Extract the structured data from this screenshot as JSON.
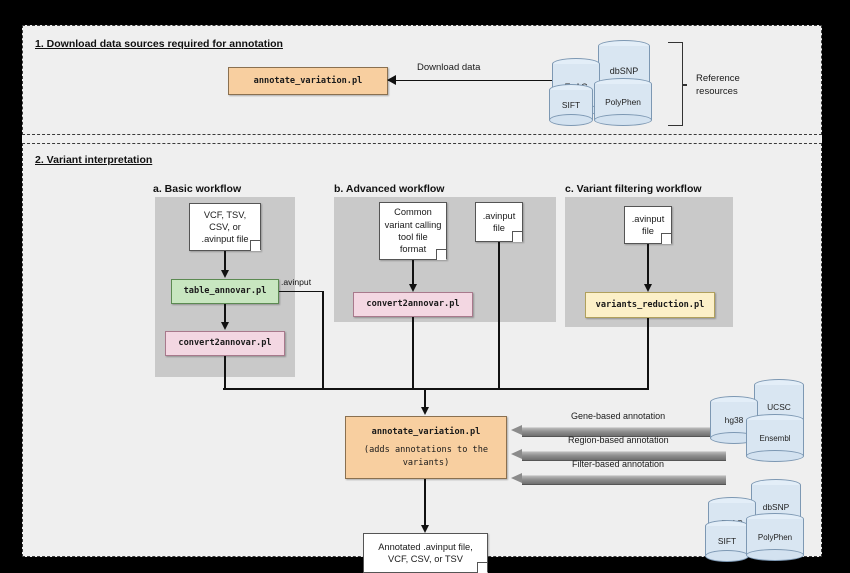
{
  "figure": {
    "sections": [
      {
        "id": "s1",
        "title": "1. Download data sources required for annotation"
      },
      {
        "id": "s2",
        "title": "2. Variant interpretation"
      }
    ]
  },
  "section1": {
    "program": "annotate_variation.pl",
    "arrow_label": "Download data",
    "bracket_label_line1": "Reference",
    "bracket_label_line2": "resources",
    "databases": [
      {
        "name": "ExAC"
      },
      {
        "name": "dbSNP"
      },
      {
        "name": "SIFT"
      },
      {
        "name": "PolyPhen"
      }
    ]
  },
  "panels": [
    {
      "id": "a",
      "title": "a. Basic workflow",
      "input_note": "VCF, TSV,\nCSV, or\n.avinput file",
      "steps": [
        {
          "name": "table_annovar.pl",
          "color": "#c8e6c0"
        },
        {
          "name": "convert2annovar.pl",
          "color": "#f3d7e2"
        }
      ],
      "edge_label": ".avinput"
    },
    {
      "id": "b",
      "title": "b. Advanced workflow",
      "input_note": "Common\nvariant calling\ntool file\nformat",
      "side_note": ".avinput\nfile",
      "steps": [
        {
          "name": "convert2annovar.pl",
          "color": "#f3d7e2"
        }
      ]
    },
    {
      "id": "c",
      "title": "c. Variant filtering workflow",
      "input_note": ".avinput\nfile",
      "steps": [
        {
          "name": "variants_reduction.pl",
          "color": "#fcf0c8"
        }
      ]
    }
  ],
  "central": {
    "program": "annotate_variation.pl",
    "subtitle": "(adds annotations to the\nvariants)",
    "color": "#f8cfa0"
  },
  "annotation_arrows": [
    {
      "label": "Gene-based annotation"
    },
    {
      "label": "Region-based annotation"
    },
    {
      "label": "Filter-based annotation"
    }
  ],
  "reference_groups": [
    {
      "id": "genome",
      "databases": [
        {
          "name": "hg38"
        },
        {
          "name": "UCSC"
        },
        {
          "name": "Ensembl"
        }
      ]
    },
    {
      "id": "variant",
      "databases": [
        {
          "name": "ExAC"
        },
        {
          "name": "dbSNP"
        },
        {
          "name": "SIFT"
        },
        {
          "name": "PolyPhen"
        }
      ]
    }
  ],
  "output": {
    "text": "Annotated .avinput file,\nVCF, CSV, or TSV"
  },
  "colors": {
    "orange": "#f8cfa0",
    "green": "#c8e6c0",
    "pink": "#f3d7e2",
    "yellow": "#fcf0c8",
    "panel_gray": "#c9c9c9",
    "db_blue": "#d9e6f2"
  }
}
